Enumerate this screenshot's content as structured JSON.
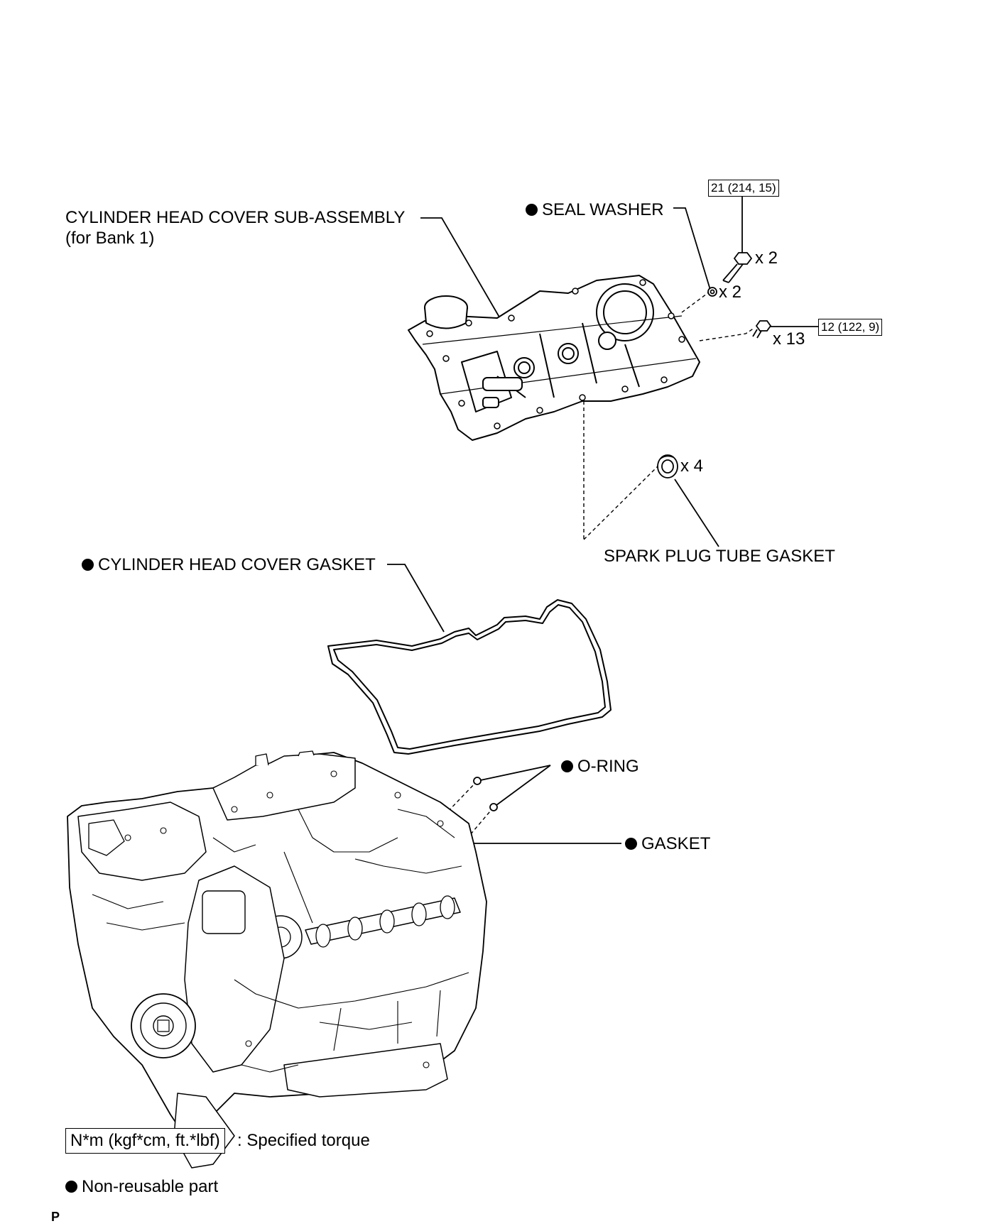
{
  "labels": {
    "head_cover": "CYLINDER HEAD COVER SUB-ASSEMBLY",
    "head_cover_sub": "(for Bank 1)",
    "seal_washer": "SEAL WASHER",
    "spark_plug_tube_gasket": "SPARK PLUG TUBE GASKET",
    "head_cover_gasket": "CYLINDER HEAD COVER GASKET",
    "o_ring": "O-RING",
    "gasket": "GASKET"
  },
  "quantities": {
    "bolt_long": "x 2",
    "seal_washer": "x 2",
    "bolt_short": "x 13",
    "spark_plug_tube_gasket": "x 4"
  },
  "torques": {
    "bolt_long": "21 (214, 15)",
    "bolt_short": "12 (122, 9)"
  },
  "legend": {
    "torque_box": "N*m (kgf*cm, ft.*lbf)",
    "torque_text": ": Specified torque",
    "non_reusable": "Non-reusable part"
  },
  "footer": {
    "mark": "P"
  },
  "colors": {
    "ink": "#000000",
    "paper": "#ffffff"
  }
}
